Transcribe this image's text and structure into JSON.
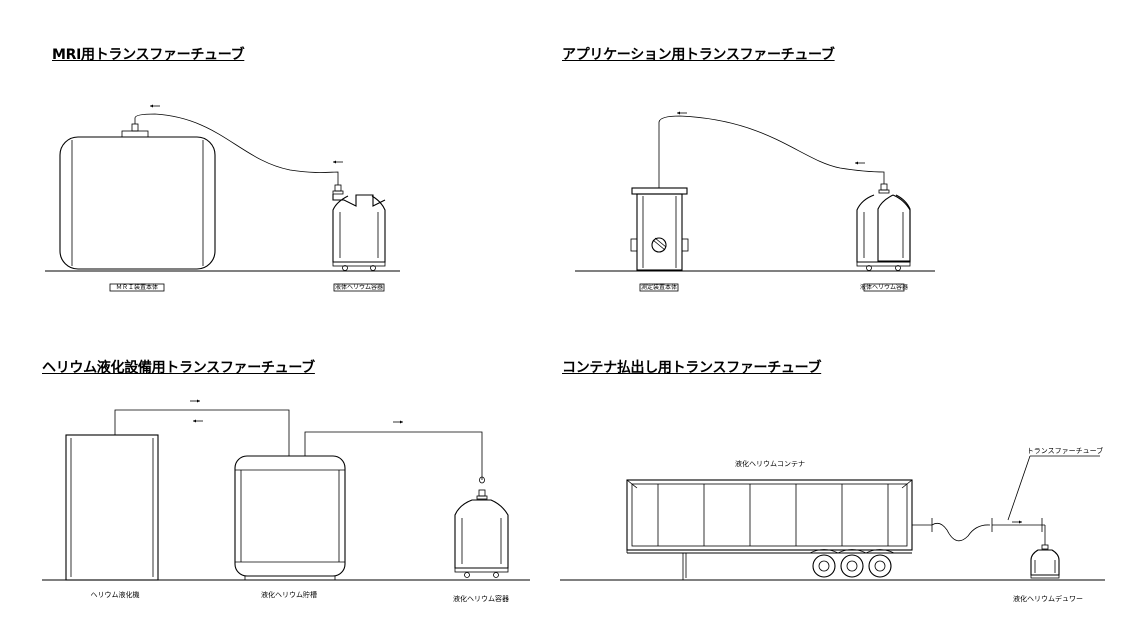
{
  "panels": {
    "mri": {
      "title": "MRI用トランスファーチューブ",
      "label_left": "ＭＲＩ装置本体",
      "label_right": "液体ヘリウム容器"
    },
    "app": {
      "title": "アプリケーション用トランスファーチューブ",
      "label_left": "測定装置本体",
      "label_right": "液体ヘリウム容器"
    },
    "liq": {
      "title": "ヘリウム液化設備用トランスファーチューブ",
      "label_left": "ヘリウム液化機",
      "label_mid": "液化ヘリウム貯槽",
      "label_right": "液化ヘリウム容器"
    },
    "cont": {
      "title": "コンテナ払出し用トランスファーチューブ",
      "label_container": "液化ヘリウムコンテナ",
      "label_tube": "トランスファーチューブ",
      "label_dewar": "液化ヘリウムデュワー"
    }
  }
}
